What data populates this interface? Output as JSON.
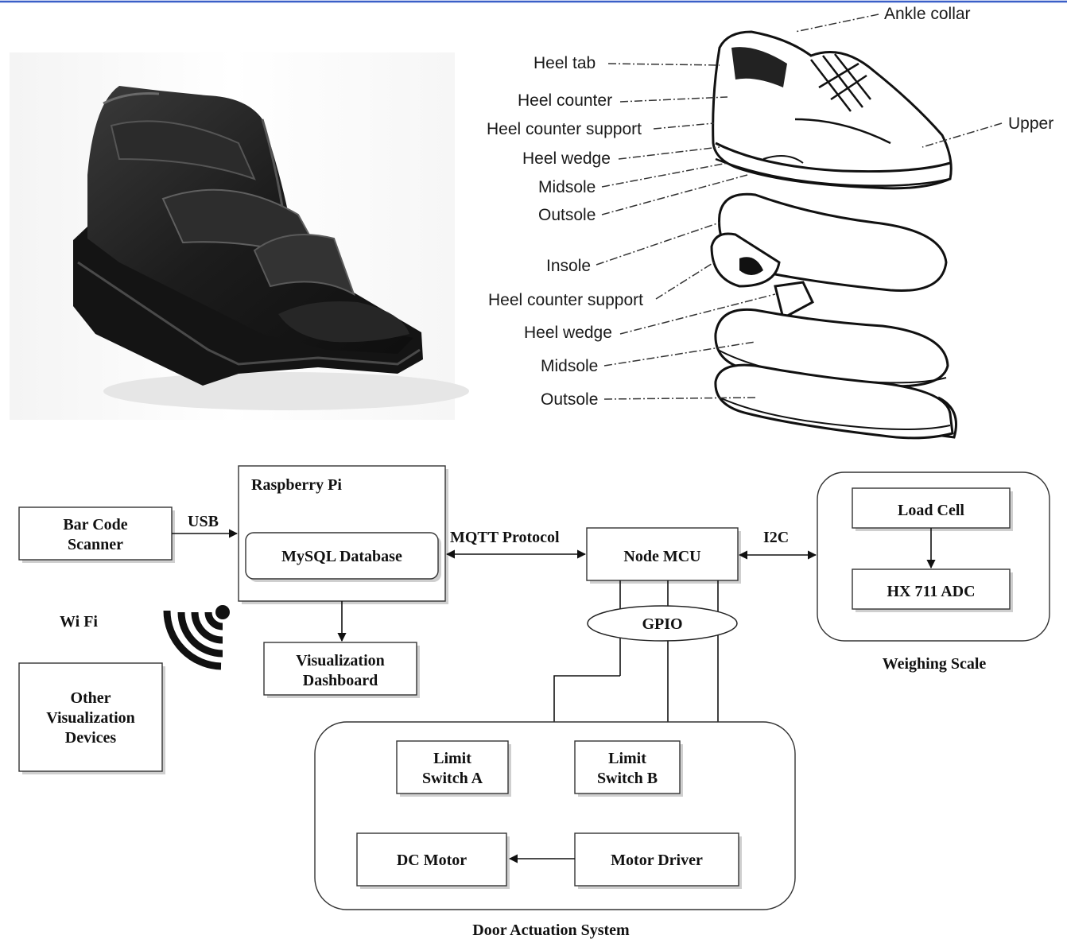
{
  "shoe_labels": {
    "ankle_collar": "Ankle collar",
    "heel_tab": "Heel tab",
    "heel_counter": "Heel counter",
    "heel_counter_support_1": "Heel counter support",
    "heel_wedge_1": "Heel wedge",
    "midsole_1": "Midsole",
    "outsole_1": "Outsole",
    "upper": "Upper",
    "insole": "Insole",
    "heel_counter_support_2": "Heel counter support",
    "heel_wedge_2": "Heel wedge",
    "midsole_2": "Midsole",
    "outsole_2": "Outsole"
  },
  "block_diagram": {
    "bar_code_scanner_l1": "Bar Code",
    "bar_code_scanner_l2": "Scanner",
    "usb": "USB",
    "raspberry_pi": "Raspberry Pi",
    "mysql_database": "MySQL Database",
    "mqtt_protocol": "MQTT Protocol",
    "node_mcu": "Node MCU",
    "i2c": "I2C",
    "load_cell": "Load Cell",
    "hx711_adc": "HX 711 ADC",
    "weighing_scale": "Weighing Scale",
    "wifi": "Wi Fi",
    "gpio": "GPIO",
    "visualization_dashboard_l1": "Visualization",
    "visualization_dashboard_l2": "Dashboard",
    "other_devices_l1": "Other",
    "other_devices_l2": "Visualization",
    "other_devices_l3": "Devices",
    "limit_switch_a_l1": "Limit",
    "limit_switch_a_l2": "Switch A",
    "limit_switch_b_l1": "Limit",
    "limit_switch_b_l2": "Switch B",
    "dc_motor": "DC Motor",
    "motor_driver": "Motor Driver",
    "door_actuation_system": "Door Actuation System"
  },
  "colors": {
    "top_border": "#3a5fc8",
    "shoe_black": "#1b1b1b",
    "line": "#111111"
  }
}
